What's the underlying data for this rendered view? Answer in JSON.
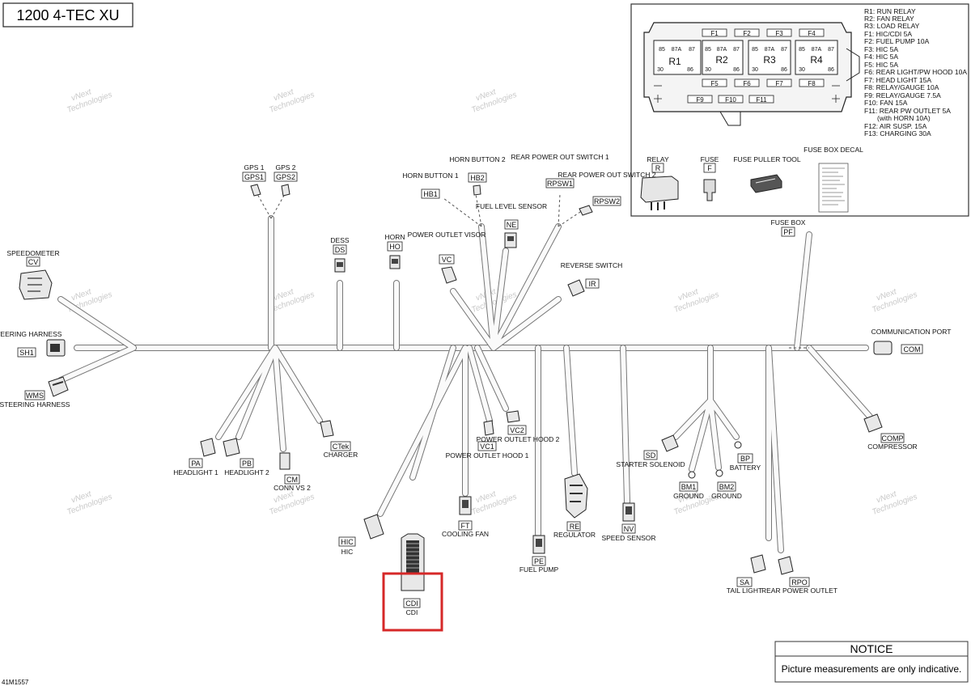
{
  "title": "1200 4-TEC XU",
  "part_number": "41M1557",
  "watermark": [
    "vNext",
    "Technologies"
  ],
  "notice": {
    "heading": "NOTICE",
    "text": "Picture measurements are only indicative."
  },
  "highlight_color": "#d62828",
  "fuse_box": {
    "fuses_top": [
      "F1",
      "F2",
      "F3",
      "F4"
    ],
    "fuses_mid": [
      "F5",
      "F6",
      "F7",
      "F8"
    ],
    "fuses_bottom": [
      "F9",
      "F10",
      "F11"
    ],
    "relays": [
      {
        "name": "R1",
        "pins": [
          "85",
          "87A",
          "87",
          "30",
          "86"
        ]
      },
      {
        "name": "R2",
        "pins": [
          "85",
          "87A",
          "87",
          "30",
          "86"
        ]
      },
      {
        "name": "R3",
        "pins": [
          "85",
          "87A",
          "87",
          "30",
          "86"
        ]
      },
      {
        "name": "R4",
        "pins": [
          "85",
          "87A",
          "87",
          "30",
          "86"
        ]
      }
    ],
    "legend": [
      "R1: RUN RELAY",
      "R2: FAN RELAY",
      "R3: LOAD RELAY",
      "F1: HIC/CDI 5A",
      "F2: FUEL PUMP 10A",
      "F3: HIC 5A",
      "F4: HIC 5A",
      "F5: HIC 5A",
      "F6: REAR LIGHT/PW HOOD 10A",
      "F7: HEAD LIGHT 15A",
      "F8: RELAY/GAUGE 10A",
      "F9: RELAY/GAUGE 7.5A",
      "F10: FAN 15A",
      "F11: REAR PW OUTLET 5A",
      "(with HORN 10A)",
      "F12: AIR SUSP. 15A",
      "F13: CHARGING 30A"
    ],
    "parts": [
      {
        "label": "RELAY",
        "code": "R"
      },
      {
        "label": "FUSE",
        "code": "F"
      },
      {
        "label": "FUSE PULLER TOOL",
        "code": ""
      },
      {
        "label": "FUSE BOX DECAL",
        "code": ""
      }
    ]
  },
  "connectors": {
    "cv": {
      "code": "CV",
      "label": "SPEEDOMETER"
    },
    "sh1": {
      "code": "SH1",
      "label": "STEERING HARNESS"
    },
    "wms": {
      "code": "WMS",
      "label": "STEERING HARNESS"
    },
    "gps1": {
      "code": "GPS1",
      "label": "GPS 1"
    },
    "gps2": {
      "code": "GPS2",
      "label": "GPS 2"
    },
    "ds": {
      "code": "DS",
      "label": "DESS"
    },
    "ho": {
      "code": "HO",
      "label": "HORN"
    },
    "vc": {
      "code": "VC",
      "label": "POWER OUTLET VISOR"
    },
    "hb1": {
      "code": "HB1",
      "label": "HORN BUTTON 1"
    },
    "hb2": {
      "code": "HB2",
      "label": "HORN BUTTON 2"
    },
    "ne": {
      "code": "NE",
      "label": "FUEL LEVEL SENSOR"
    },
    "rpsw1": {
      "code": "RPSW1",
      "label": "REAR POWER OUT SWITCH 1"
    },
    "rpsw2": {
      "code": "RPSW2",
      "label": "REAR POWER OUT SWITCH 2"
    },
    "ir": {
      "code": "IR",
      "label": "REVERSE SWITCH"
    },
    "pf": {
      "code": "PF",
      "label": "FUSE BOX"
    },
    "com": {
      "code": "COM",
      "label": "COMMUNICATION PORT"
    },
    "pa": {
      "code": "PA",
      "label": "HEADLIGHT 1"
    },
    "pb": {
      "code": "PB",
      "label": "HEADLIGHT 2"
    },
    "cm": {
      "code": "CM",
      "label": "CONN VS 2"
    },
    "ctek": {
      "code": "CTek",
      "label": "CHARGER"
    },
    "hic": {
      "code": "HIC",
      "label": "HIC"
    },
    "cdi": {
      "code": "CDI",
      "label": "CDI"
    },
    "vc1": {
      "code": "VC1",
      "label": "POWER OUTLET HOOD 1"
    },
    "vc2": {
      "code": "VC2",
      "label": "POWER OUTLET HOOD 2"
    },
    "ft": {
      "code": "FT",
      "label": "COOLING FAN"
    },
    "pe": {
      "code": "PE",
      "label": "FUEL PUMP"
    },
    "re": {
      "code": "RE",
      "label": "REGULATOR"
    },
    "nv": {
      "code": "NV",
      "label": "SPEED SENSOR"
    },
    "sd": {
      "code": "SD",
      "label": "STARTER SOLENOID"
    },
    "bm1": {
      "code": "BM1",
      "label": "GROUND"
    },
    "bm2": {
      "code": "BM2",
      "label": "GROUND"
    },
    "bp": {
      "code": "BP",
      "label": "BATTERY"
    },
    "comp": {
      "code": "COMP",
      "label": "COMPRESSOR"
    },
    "sa": {
      "code": "SA",
      "label": "TAIL LIGHT"
    },
    "rpo": {
      "code": "RPO",
      "label": "REAR POWER OUTLET"
    }
  }
}
